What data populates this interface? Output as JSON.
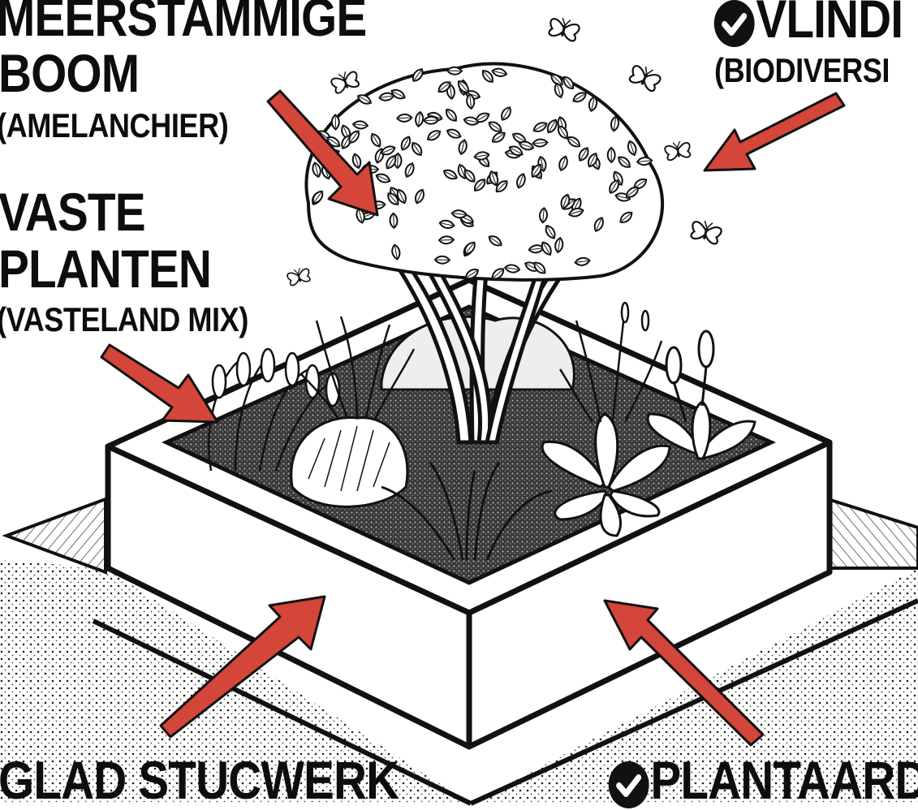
{
  "labels": {
    "tree": {
      "line1": "MEERSTAMMIGE",
      "line2": "BOOM",
      "sub": "(AMELANCHIER)"
    },
    "perennials": {
      "line1": "VASTE",
      "line2": "PLANTEN",
      "sub": "(VASTELAND MIX)"
    },
    "butterflies": {
      "title": "VLINDI",
      "sub": "(BIODIVERSI"
    },
    "stucco": {
      "title": "GLAD STUCWERK"
    },
    "soil": {
      "title": "PLANTAARD"
    }
  },
  "icons": {
    "check": "check-circle-icon",
    "butterfly": "butterfly-icon",
    "arrow": "arrow-icon"
  },
  "colors": {
    "arrow": "#d4453a",
    "ink": "#111111",
    "paper": "#ffffff"
  }
}
